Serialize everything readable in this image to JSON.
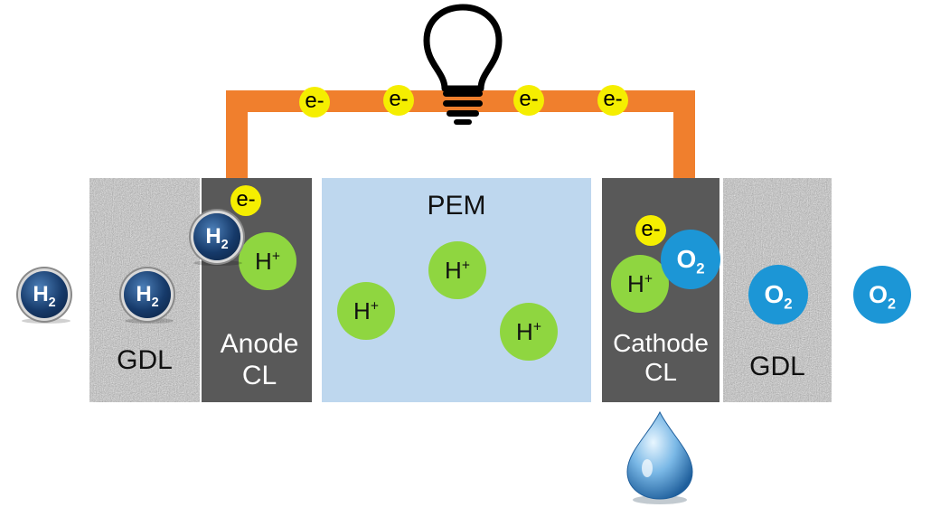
{
  "labels": {
    "pem": "PEM",
    "gdl_left": "GDL",
    "gdl_right": "GDL",
    "anode_line1": "Anode",
    "anode_line2": "CL",
    "cathode_line1": "Cathode",
    "cathode_line2": "CL"
  },
  "ions": {
    "electron": "e-",
    "proton_base": "H",
    "proton_sup": "+",
    "hydrogen_base": "H",
    "hydrogen_sub": "2",
    "oxygen_base": "O",
    "oxygen_sub": "2"
  },
  "colors": {
    "circuit_wire": "#f07f2d",
    "pem_fill": "#bed7ee",
    "catalyst_layer": "#595959",
    "gdl_texture": "#b8b8b8",
    "electron": "#f5ee00",
    "proton": "#8fd640",
    "oxygen": "#1c96d6",
    "hydrogen": "#163a6a",
    "water_drop": "#7ab8e6"
  },
  "icons": [
    "light-bulb-icon",
    "water-drop-icon"
  ]
}
